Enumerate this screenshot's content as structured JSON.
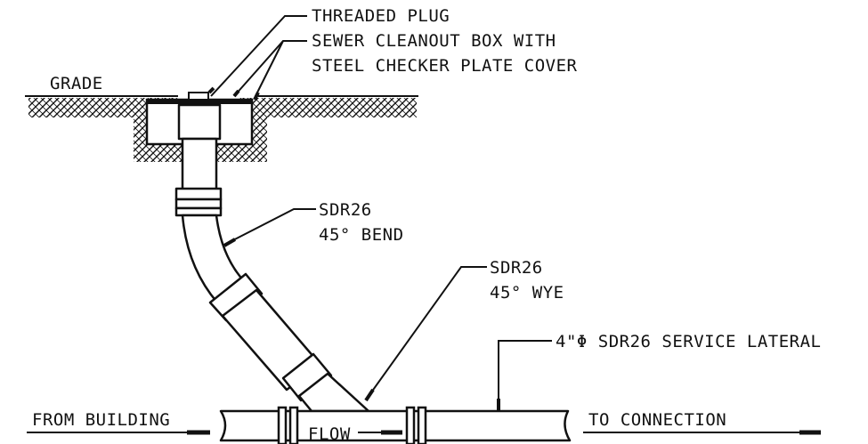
{
  "labels": {
    "threaded_plug": "THREADED PLUG",
    "cleanout_box_line1": "SEWER CLEANOUT BOX WITH",
    "cleanout_box_line2": "STEEL CHECKER PLATE COVER",
    "grade": "GRADE",
    "bend_line1": "SDR26",
    "bend_line2": "45° BEND",
    "wye_line1": "SDR26",
    "wye_line2": "45° WYE",
    "service_lateral": "4\"Φ SDR26 SERVICE LATERAL",
    "from_building": "FROM BUILDING",
    "to_connection": "TO CONNECTION",
    "flow": "FLOW"
  },
  "colors": {
    "ink": "#111111",
    "background": "#ffffff"
  }
}
